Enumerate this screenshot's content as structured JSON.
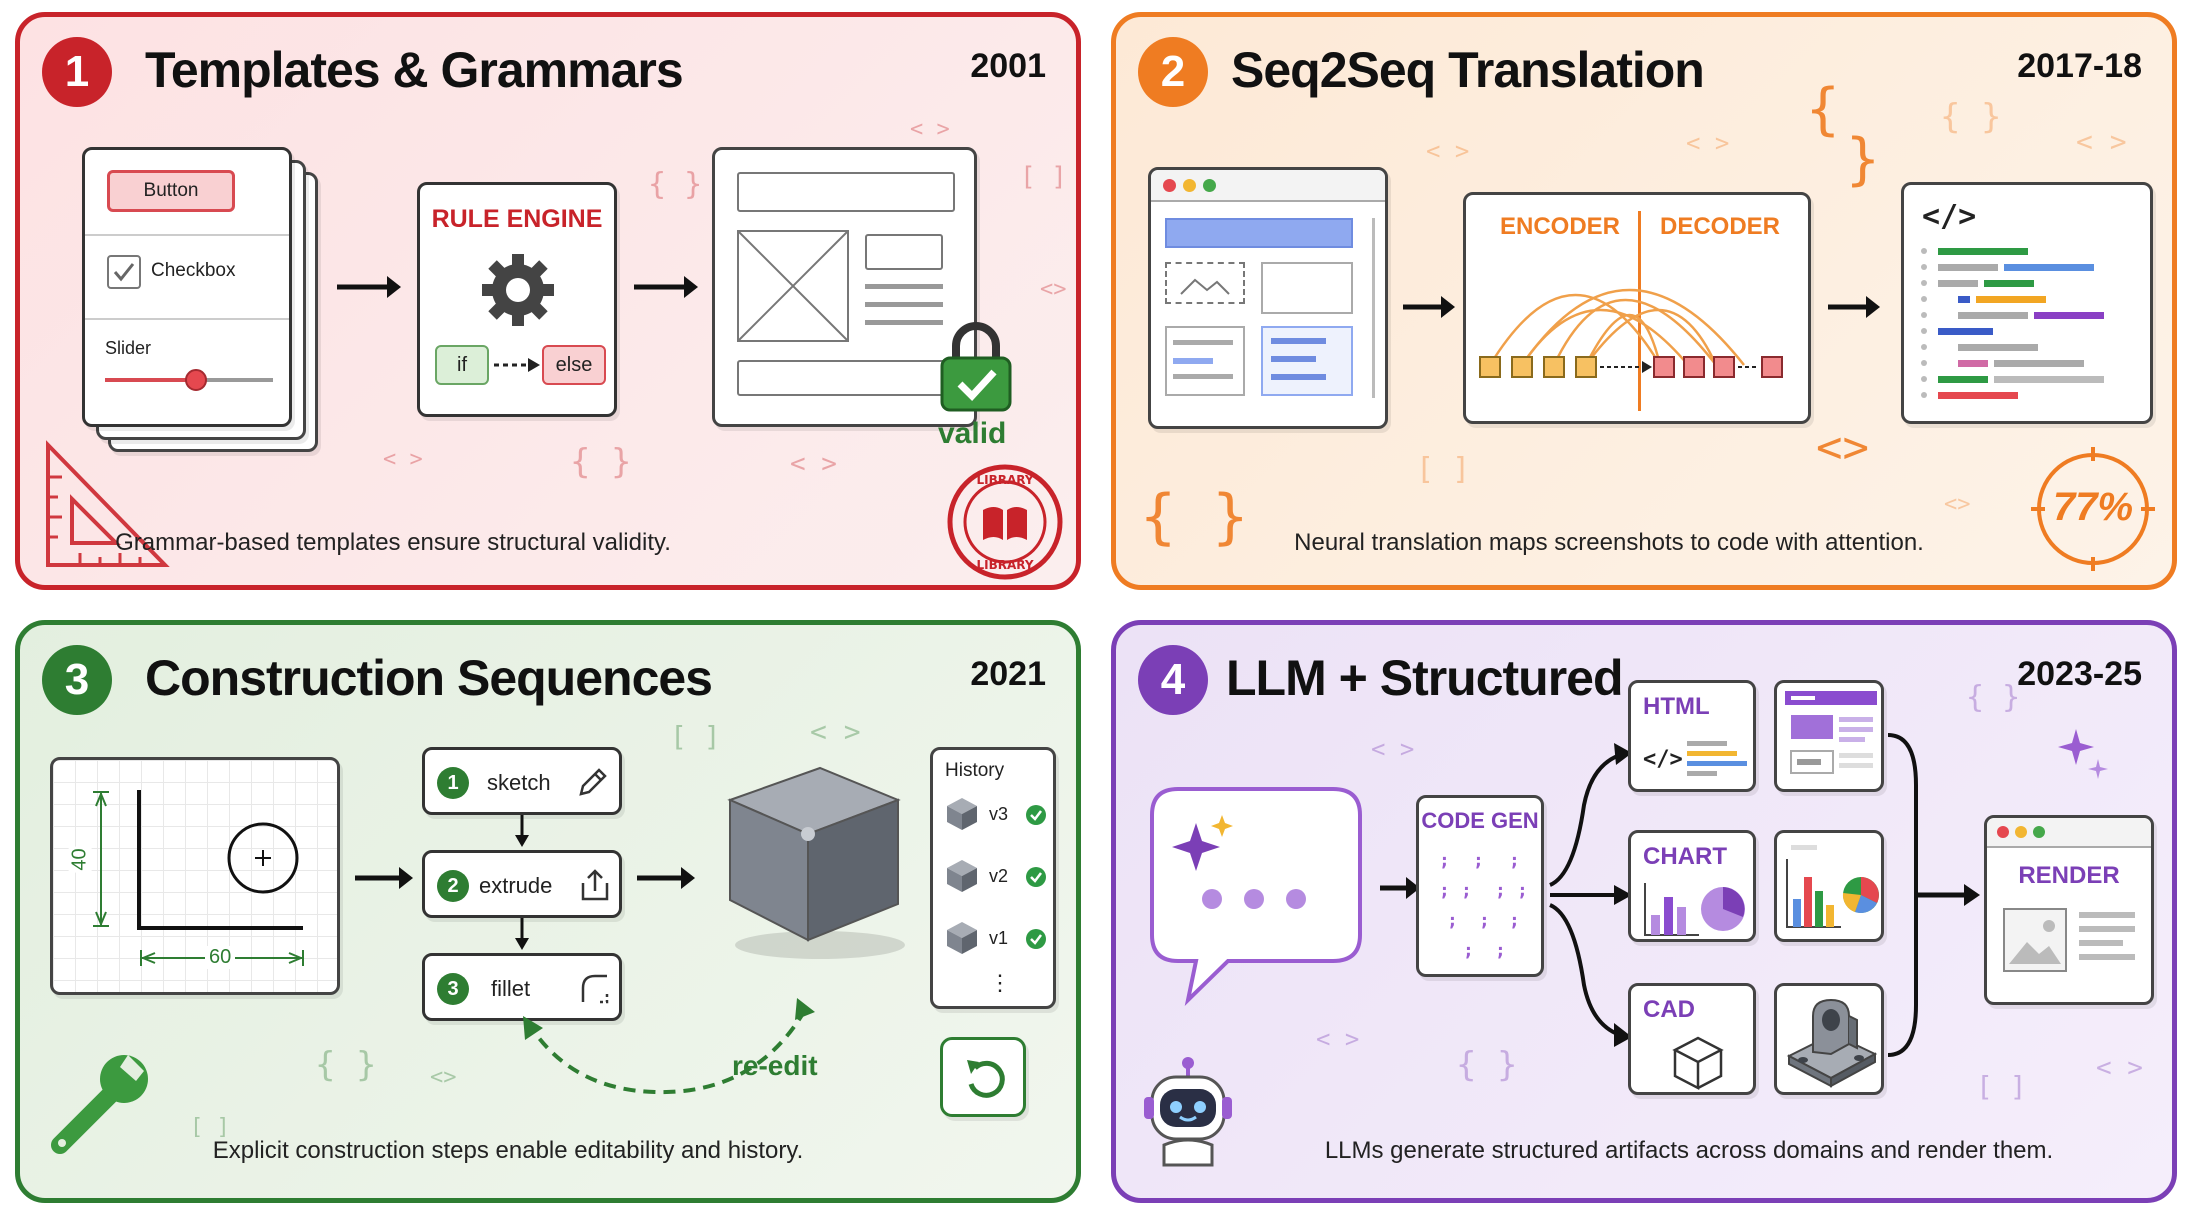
{
  "panels": {
    "p1": {
      "number": "1",
      "title": "Templates & Grammars",
      "year": "2001",
      "button_label": "Button",
      "checkbox_label": "Checkbox",
      "slider_label": "Slider",
      "engine_label": "RULE ENGINE",
      "if_label": "if",
      "else_label": "else",
      "valid_label": "valid",
      "stamp_text_top": "LIBRARY",
      "stamp_text_bottom": "LIBRARY",
      "caption": "Grammar-based templates ensure structural validity."
    },
    "p2": {
      "number": "2",
      "title": "Seq2Seq Translation",
      "year": "2017-18",
      "encoder_label": "ENCODER",
      "decoder_label": "DECODER",
      "code_icon": "</>",
      "percent": "77%",
      "caption": "Neural translation maps screenshots to code with attention."
    },
    "p3": {
      "number": "3",
      "title": "Construction Sequences",
      "year": "2021",
      "dim_height": "40",
      "dim_width": "60",
      "steps": [
        {
          "num": "1",
          "label": "sketch"
        },
        {
          "num": "2",
          "label": "extrude"
        },
        {
          "num": "3",
          "label": "fillet"
        }
      ],
      "history_title": "History",
      "history_items": [
        "v3",
        "v2",
        "v1"
      ],
      "history_more": "⋮",
      "reedit_label": "re-edit",
      "caption": "Explicit construction steps enable editability and history."
    },
    "p4": {
      "number": "4",
      "title": "LLM + Structured",
      "year": "2023-25",
      "codegen_label": "CODE GEN",
      "outputs": [
        "HTML",
        "CHART",
        "CAD"
      ],
      "render_label": "RENDER",
      "caption": "LLMs generate structured artifacts across domains and render them."
    }
  },
  "colors": {
    "red": "#c8232a",
    "orange": "#ef7c22",
    "green": "#2e7d32",
    "purple": "#7b3fb6"
  }
}
